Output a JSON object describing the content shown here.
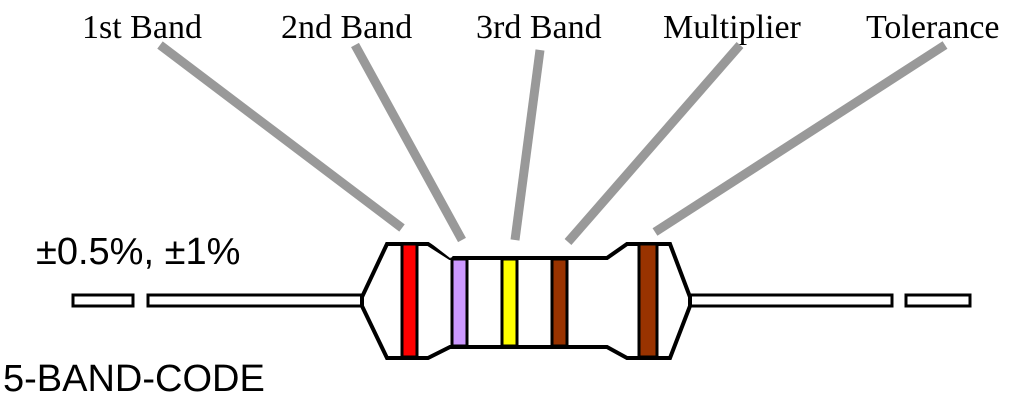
{
  "labels": {
    "band1": "1st Band",
    "band2": "2nd Band",
    "band3": "3rd Band",
    "multiplier": "Multiplier",
    "tolerance": "Tolerance"
  },
  "tolerance_text": "±0.5%, ±1%",
  "code_title": "5-BAND-CODE",
  "band_colors": {
    "band1": "#ff0000",
    "band2": "#cc99ff",
    "band3": "#ffff00",
    "multiplier": "#993300",
    "tolerance": "#993300"
  },
  "pointer_color": "#999999"
}
